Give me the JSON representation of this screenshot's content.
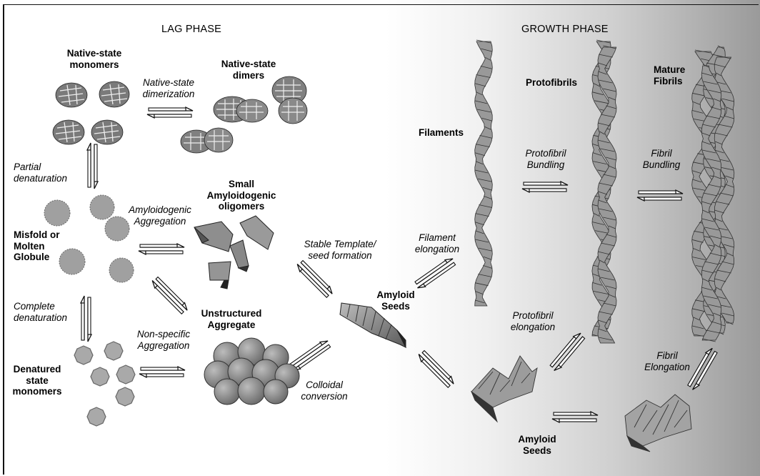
{
  "phases": {
    "lag": "LAG PHASE",
    "growth": "GROWTH PHASE"
  },
  "species": {
    "native_monomers": "Native-state\nmonomers",
    "native_dimers": "Native-state\ndimers",
    "misfold": "Misfold or\nMolten\nGlobule",
    "small_oligomers": "Small\nAmyloidogenic\noligomers",
    "denatured": "Denatured\nstate\nmonomers",
    "unstructured": "Unstructured\nAggregate",
    "amyloid_seeds_center": "Amyloid\nSeeds",
    "amyloid_seeds_bottom": "Amyloid\nSeeds",
    "filaments": "Filaments",
    "protofibrils": "Protofibrils",
    "mature_fibrils": "Mature\nFibrils"
  },
  "processes": {
    "native_dimerization": "Native-state\ndimerization",
    "partial_denaturation": "Partial\ndenaturation",
    "amyloidogenic_aggregation": "Amyloidogenic\nAggregation",
    "complete_denaturation": "Complete\ndenaturation",
    "nonspecific_aggregation": "Non-specific\nAggregation",
    "stable_template": "Stable Template/\nseed formation",
    "colloidal_conversion": "Colloidal\nconversion",
    "filament_elongation": "Filament\nelongation",
    "protofibril_bundling": "Protofibril\nBundling",
    "fibril_bundling": "Fibril\nBundling",
    "protofibril_elongation": "Protofibril\nelongation",
    "fibril_elongation": "Fibril\nElongation"
  },
  "icons": {
    "equilibrium": "equilibrium-arrows-icon",
    "monomer": "native-monomer-icon",
    "dimer": "native-dimer-icon",
    "globule": "molten-globule-icon",
    "oligomer": "oligomer-block-icon",
    "octagon": "denatured-monomer-icon",
    "aggregate": "unstructured-aggregate-icon",
    "seed": "amyloid-seed-icon",
    "fibril": "twisted-fibril-icon"
  },
  "colors": {
    "structure_fill": "#8c8c8c",
    "structure_dark": "#555555",
    "arrow_fill": "#ffffff",
    "arrow_stroke": "#111111",
    "background_right": "#9a9a9a"
  }
}
